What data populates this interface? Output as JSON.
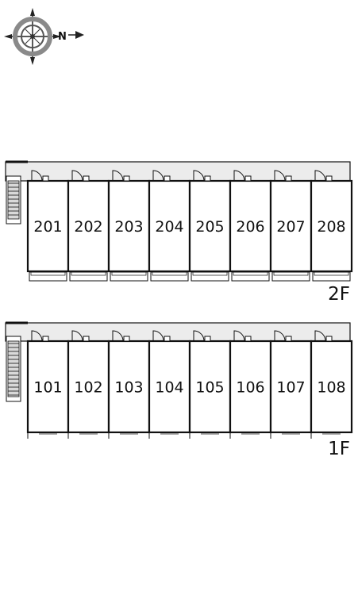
{
  "compass": {
    "letter": "N",
    "icon": "compass-rose-icon"
  },
  "floors": [
    {
      "id": "2f",
      "label": "2F",
      "units": [
        "201",
        "202",
        "203",
        "204",
        "205",
        "206",
        "207",
        "208"
      ],
      "has_balconies": true
    },
    {
      "id": "1f",
      "label": "1F",
      "units": [
        "101",
        "102",
        "103",
        "104",
        "105",
        "106",
        "107",
        "108"
      ],
      "has_balconies": false
    }
  ],
  "colors": {
    "line": "#111111",
    "corridor": "#ececec",
    "stair_fill": "#d9d9d9"
  }
}
